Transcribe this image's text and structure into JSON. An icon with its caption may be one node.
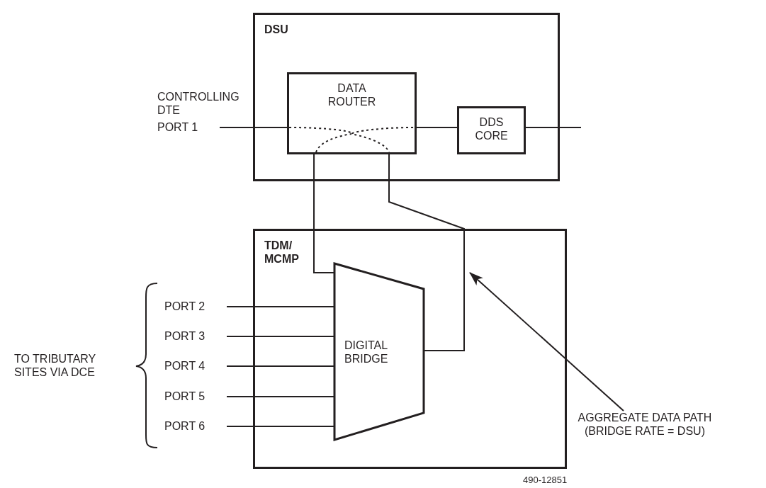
{
  "diagram": {
    "nodes": [
      {
        "text": [
          "DSU"
        ]
      },
      {
        "text": [
          "DATA ROUTER"
        ],
        "in": 0
      },
      {
        "text": [
          "DDS CORE"
        ],
        "in": 0
      },
      {
        "text": [
          "PORT 1"
        ]
      },
      {
        "text": [
          "TDM/ MCMP"
        ]
      },
      {
        "text": [
          "DIGITAL BRIDGE"
        ],
        "in": 4
      },
      {
        "text": [
          "PORT 2"
        ]
      },
      {
        "text": [
          "PORT 3"
        ]
      },
      {
        "text": [
          "PORT 4"
        ]
      },
      {
        "text": [
          "PORT 5"
        ]
      },
      {
        "text": [
          "PORT 6"
        ]
      },
      {
        "text": [
          "AGGREGATE DATA PATH (BRIDGE RATE = DSU)"
        ]
      }
    ],
    "edges": [
      {
        "from": 3,
        "to": 1,
        "arrow": "none"
      },
      {
        "from": 1,
        "to": 2,
        "arrow": "none"
      },
      {
        "from": 2,
        "to": null,
        "arrow": "none"
      },
      {
        "from": 1,
        "to": 5,
        "arrow": "none"
      },
      {
        "from": 1,
        "to": 5,
        "arrow": "none"
      },
      {
        "from": 6,
        "to": 5,
        "arrow": "none"
      },
      {
        "from": 7,
        "to": 5,
        "arrow": "none"
      },
      {
        "from": 8,
        "to": 5,
        "arrow": "none"
      },
      {
        "from": 9,
        "to": 5,
        "arrow": "none"
      },
      {
        "from": 10,
        "to": 5,
        "arrow": "none"
      },
      {
        "from": 11,
        "to": null,
        "arrow": "to"
      }
    ],
    "labels": [
      "CONTROLLING DTE",
      "TO TRIBUTARY SITES VIA DCE",
      "490-12851"
    ]
  }
}
